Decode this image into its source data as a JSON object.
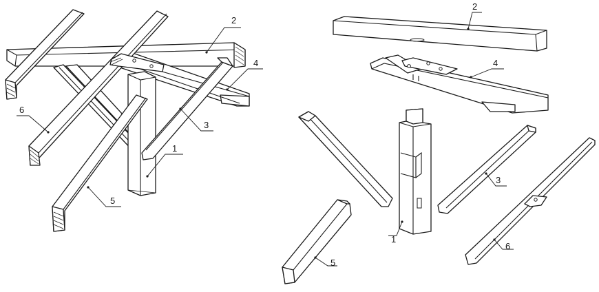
{
  "assembled_view": {
    "labels": {
      "p1": "1",
      "p2": "2",
      "p3": "3",
      "p4": "4",
      "p5": "5",
      "p6": "6"
    }
  },
  "exploded_view": {
    "labels": {
      "p1": "1",
      "p2": "2",
      "p3": "3",
      "p4": "4",
      "p5": "5",
      "p6": "6"
    }
  }
}
